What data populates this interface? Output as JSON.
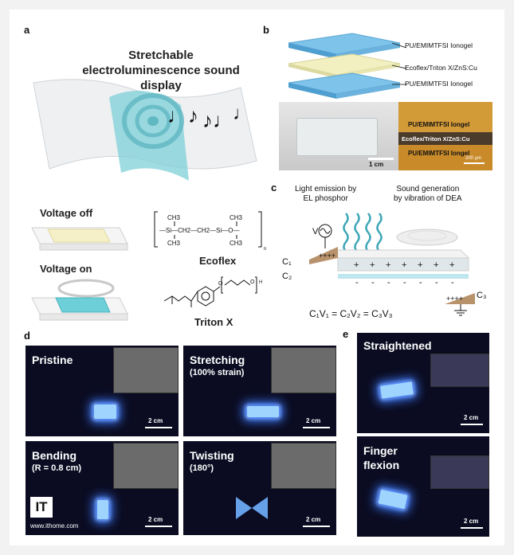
{
  "panels": {
    "a": {
      "letter": "a",
      "title_line1": "Stretchable",
      "title_line2": "electroluminescence sound display",
      "voltage_off": "Voltage off",
      "voltage_on": "Voltage on",
      "ecoflex": "Ecoflex",
      "triton": "Triton X",
      "ecoflex_formula": {
        "ch3": "CH₃",
        "si": "Si",
        "o": "O",
        "chain": "—CH₂—CH₂—",
        "n": "n"
      }
    },
    "b": {
      "letter": "b",
      "layer_top": "PU/EMIMTFSI Ionogel",
      "layer_mid": "Ecoflex/Triton X/ZnS:Cu",
      "layer_bot": "PU/EMIMTFSI Ionogel",
      "photo_scale": "1 cm",
      "xs_top": "PU/EMIMTFSI Iongel",
      "xs_mid": "Ecoflex/Triton X/ZnS:Cu",
      "xs_bot": "PU/EMIMTFSI Iongel",
      "xs_scale": "200 μm"
    },
    "c": {
      "letter": "c",
      "light_title": "Light emission by\nEL phosphor",
      "sound_title": "Sound generation\nby vibration of DEA",
      "v": "V",
      "c1": "C₁",
      "c2": "C₂",
      "c3": "C₃",
      "equation": "C₁V₁ = C₂V₂ = C₃V₃"
    },
    "d": {
      "letter": "d",
      "tiles": [
        {
          "title": "Pristine",
          "sub": "",
          "scale": "2 cm"
        },
        {
          "title": "Stretching",
          "sub": "(100% strain)",
          "scale": "2 cm"
        },
        {
          "title": "Bending",
          "sub": "(R = 0.8 cm)",
          "scale": "2 cm"
        },
        {
          "title": "Twisting",
          "sub": "(180°)",
          "scale": "2 cm"
        }
      ],
      "watermark_logo": "IT",
      "watermark_url": "www.ithome.com"
    },
    "e": {
      "letter": "e",
      "tiles": [
        {
          "title": "Straightened",
          "sub": "",
          "scale": "2 cm"
        },
        {
          "title": "Finger",
          "sub": "flexion",
          "scale": "2 cm"
        }
      ]
    }
  },
  "colors": {
    "photo_bg": "#0b0c22",
    "glow": "#3f7cff",
    "layer_blue": "#7ec3ea",
    "layer_yellow": "#f2f0c0",
    "ground": "#b8926b"
  }
}
